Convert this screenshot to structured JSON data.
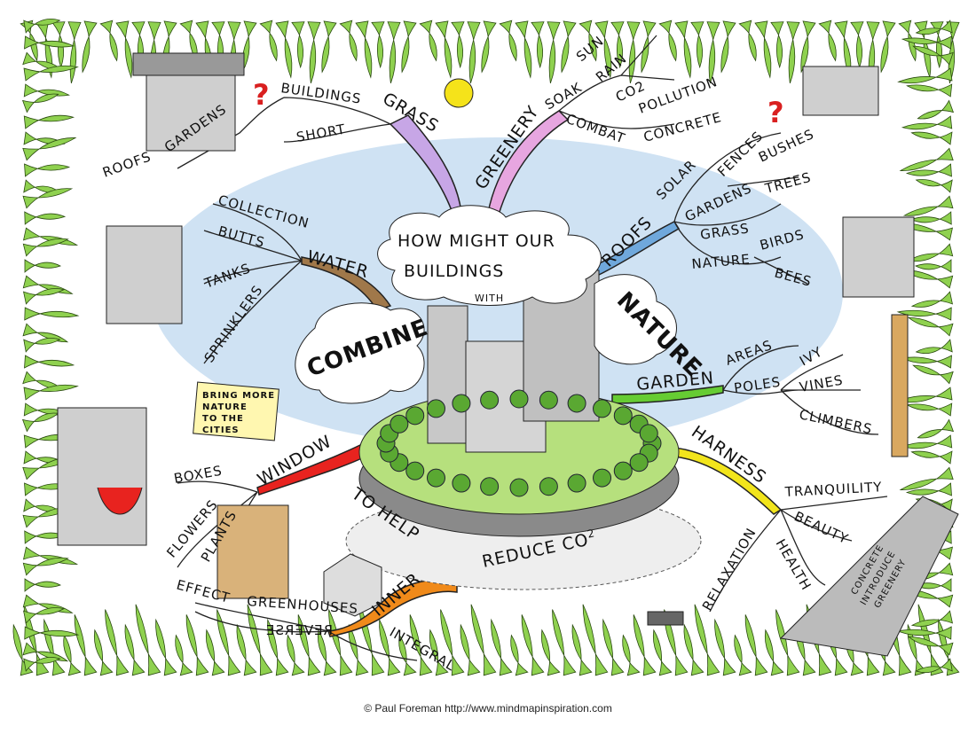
{
  "title": {
    "line1": "HOW MIGHT OUR",
    "line2": "BUILDINGS",
    "with": "WITH",
    "combine": "COMBINE",
    "nature": "NATURE",
    "to_help": "TO HELP",
    "reduce": "REDUCE CO",
    "reduce_sub": "2"
  },
  "colors": {
    "grass": "#c7a6e6",
    "greenery": "#e7a6e0",
    "roofs": "#6fa8dc",
    "water": "#a0784a",
    "garden": "#66cc33",
    "harness": "#f2e51c",
    "window": "#e8231f",
    "inner": "#f08a1a",
    "sky": "#cfe2f3",
    "leaf": "#8fd14f"
  },
  "branches": {
    "grass": {
      "label": "GRASS",
      "children": [
        "SHORT",
        "BUILDINGS",
        "ROOFS",
        "GARDENS"
      ],
      "question": "?"
    },
    "greenery": {
      "label": "GREENERY",
      "soak": "SOAK",
      "soak_children": [
        "SUN",
        "RAIN",
        "CO2"
      ],
      "combat": "COMBAT",
      "combat_children": [
        "POLLUTION",
        "CONCRETE"
      ]
    },
    "roofs": {
      "label": "ROOFS",
      "children": [
        "SOLAR",
        "FENCES",
        "GARDENS",
        "BUSHES",
        "TREES",
        "GRASS",
        "NATURE",
        "BIRDS",
        "BEES"
      ],
      "question": "?"
    },
    "water": {
      "label": "WATER",
      "children": [
        "COLLECTION",
        "BUTTS",
        "TANKS",
        "SPRINKLERS"
      ]
    },
    "garden": {
      "label": "GARDEN",
      "children": [
        "AREAS",
        "POLES",
        "IVY",
        "VINES",
        "CLIMBERS"
      ]
    },
    "harness": {
      "label": "HARNESS",
      "children": [
        "TRANQUILITY",
        "BEAUTY",
        "HEALTH",
        "RELAXATION"
      ]
    },
    "window": {
      "label": "WINDOW",
      "children": [
        "BOXES",
        "FLOWERS",
        "PLANTS"
      ]
    },
    "inner": {
      "label": "INNER",
      "children": [
        "GREENHOUSES",
        "EFFECT",
        "REVERSE",
        "INTEGRAL"
      ]
    }
  },
  "sign": {
    "lines": [
      "BRING MORE",
      "NATURE",
      "TO THE",
      "CITIES"
    ]
  },
  "concrete_sign": {
    "lines": [
      "CONCRETE",
      "INTRODUCE",
      "GREENERY"
    ]
  },
  "footer": "© Paul Foreman http://www.mindmapinspiration.com"
}
